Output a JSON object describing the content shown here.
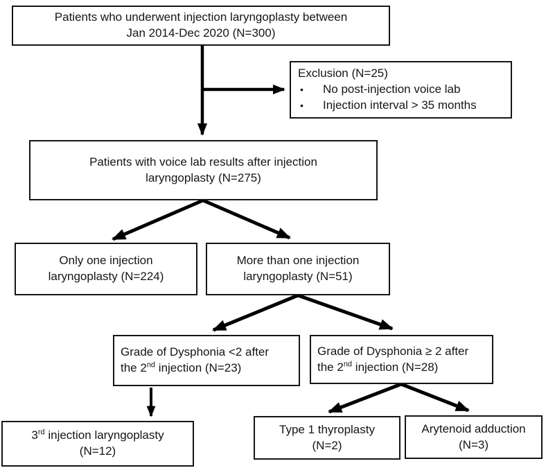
{
  "figure": {
    "kind": "patient-flow-diagram",
    "colors": {
      "background": "#ffffff",
      "box_border": "#151515",
      "text": "#151515",
      "arrow": "#000000"
    },
    "nodes": {
      "initial": {
        "line1": "Patients who underwent injection laryngoplasty between",
        "line2": "Jan 2014-Dec 2020 (N=300)"
      },
      "exclusion": {
        "title": "Exclusion (N=25)",
        "bullet_glyph": "•",
        "bullets": [
          "No post-injection voice lab",
          "Injection interval > 35 months"
        ]
      },
      "voice_lab": {
        "line1": "Patients with voice lab results after injection",
        "line2": "laryngoplasty (N=275)"
      },
      "only_one": {
        "line1": "Only one injection",
        "line2": "laryngoplasty (N=224)"
      },
      "more_than_one": {
        "line1": "More than one injection",
        "line2": "laryngoplasty (N=51)"
      },
      "grade_lt2": {
        "line1": "Grade of Dysphonia <2 after",
        "line2_pre": "the 2",
        "line2_sup": "nd",
        "line2_post": " injection (N=23)"
      },
      "grade_ge2": {
        "line1": "Grade of Dysphonia ≥ 2 after",
        "line2_pre": "the 2",
        "line2_sup": "nd",
        "line2_post": " injection (N=28)"
      },
      "third_injection": {
        "line1_pre": "3",
        "line1_sup": "rd",
        "line1_post": " injection laryngoplasty",
        "line2": "(N=12)"
      },
      "thyroplasty": {
        "line1": "Type 1 thyroplasty",
        "line2": "(N=2)"
      },
      "arytenoid": {
        "line1": "Arytenoid adduction",
        "line2": "(N=3)"
      }
    }
  }
}
